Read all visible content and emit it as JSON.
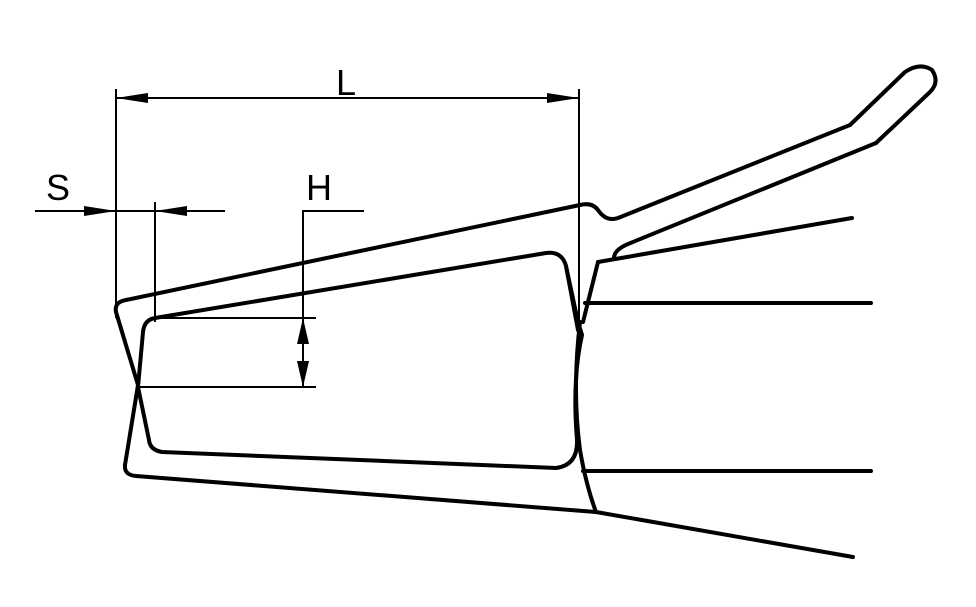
{
  "diagram": {
    "type": "technical-drawing",
    "subject": "circlip / retaining-ring plier tip (jaw profile) with dimensions",
    "colors": {
      "stroke": "#000000",
      "background": "#ffffff"
    },
    "dimensions": {
      "L": {
        "label": "L",
        "description": "overall tip length"
      },
      "S": {
        "label": "S",
        "description": "tip thickness"
      },
      "H": {
        "label": "H",
        "description": "tip height"
      }
    }
  }
}
